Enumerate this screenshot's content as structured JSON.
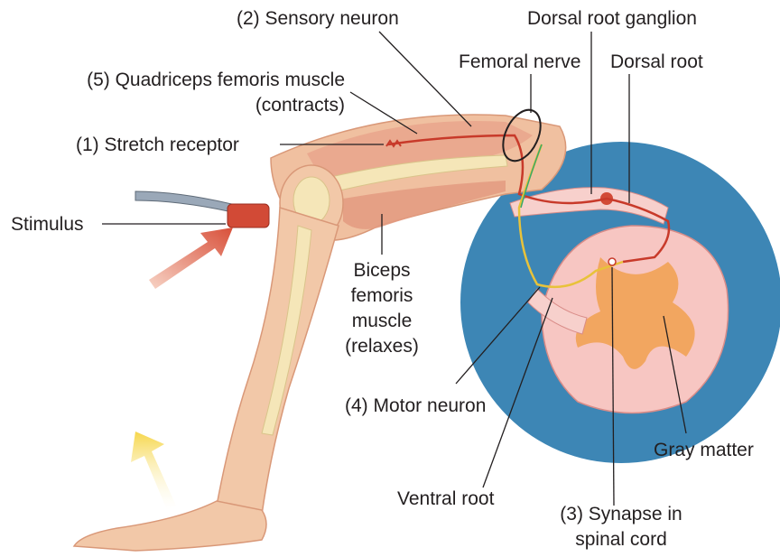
{
  "labels": {
    "sensory_neuron": "(2) Sensory neuron",
    "dorsal_root_ganglion": "Dorsal root ganglion",
    "quadriceps_line1": "(5) Quadriceps femoris muscle",
    "quadriceps_line2": "(contracts)",
    "femoral_nerve": "Femoral nerve",
    "dorsal_root": "Dorsal root",
    "stretch_receptor": "(1) Stretch receptor",
    "stimulus": "Stimulus",
    "biceps_line1": "Biceps",
    "biceps_line2": "femoris",
    "biceps_line3": "muscle",
    "biceps_line4": "(relaxes)",
    "motor_neuron": "(4) Motor neuron",
    "gray_matter": "Gray matter",
    "ventral_root": "Ventral root",
    "synapse_line1": "(3) Synapse in",
    "synapse_line2": "spinal cord"
  },
  "colors": {
    "skin": "#f2c8a8",
    "skin_shadow": "#e3a889",
    "muscle": "#e9a48c",
    "bone": "#f5e6b8",
    "circle_blue": "#3d86b5",
    "gray_matter": "#f2a660",
    "sensory_nerve": "#c83a2a",
    "motor_nerve": "#e8c23a",
    "stimulus_arrow": "#d8503a",
    "motion_arrow": "#f6d64a"
  }
}
